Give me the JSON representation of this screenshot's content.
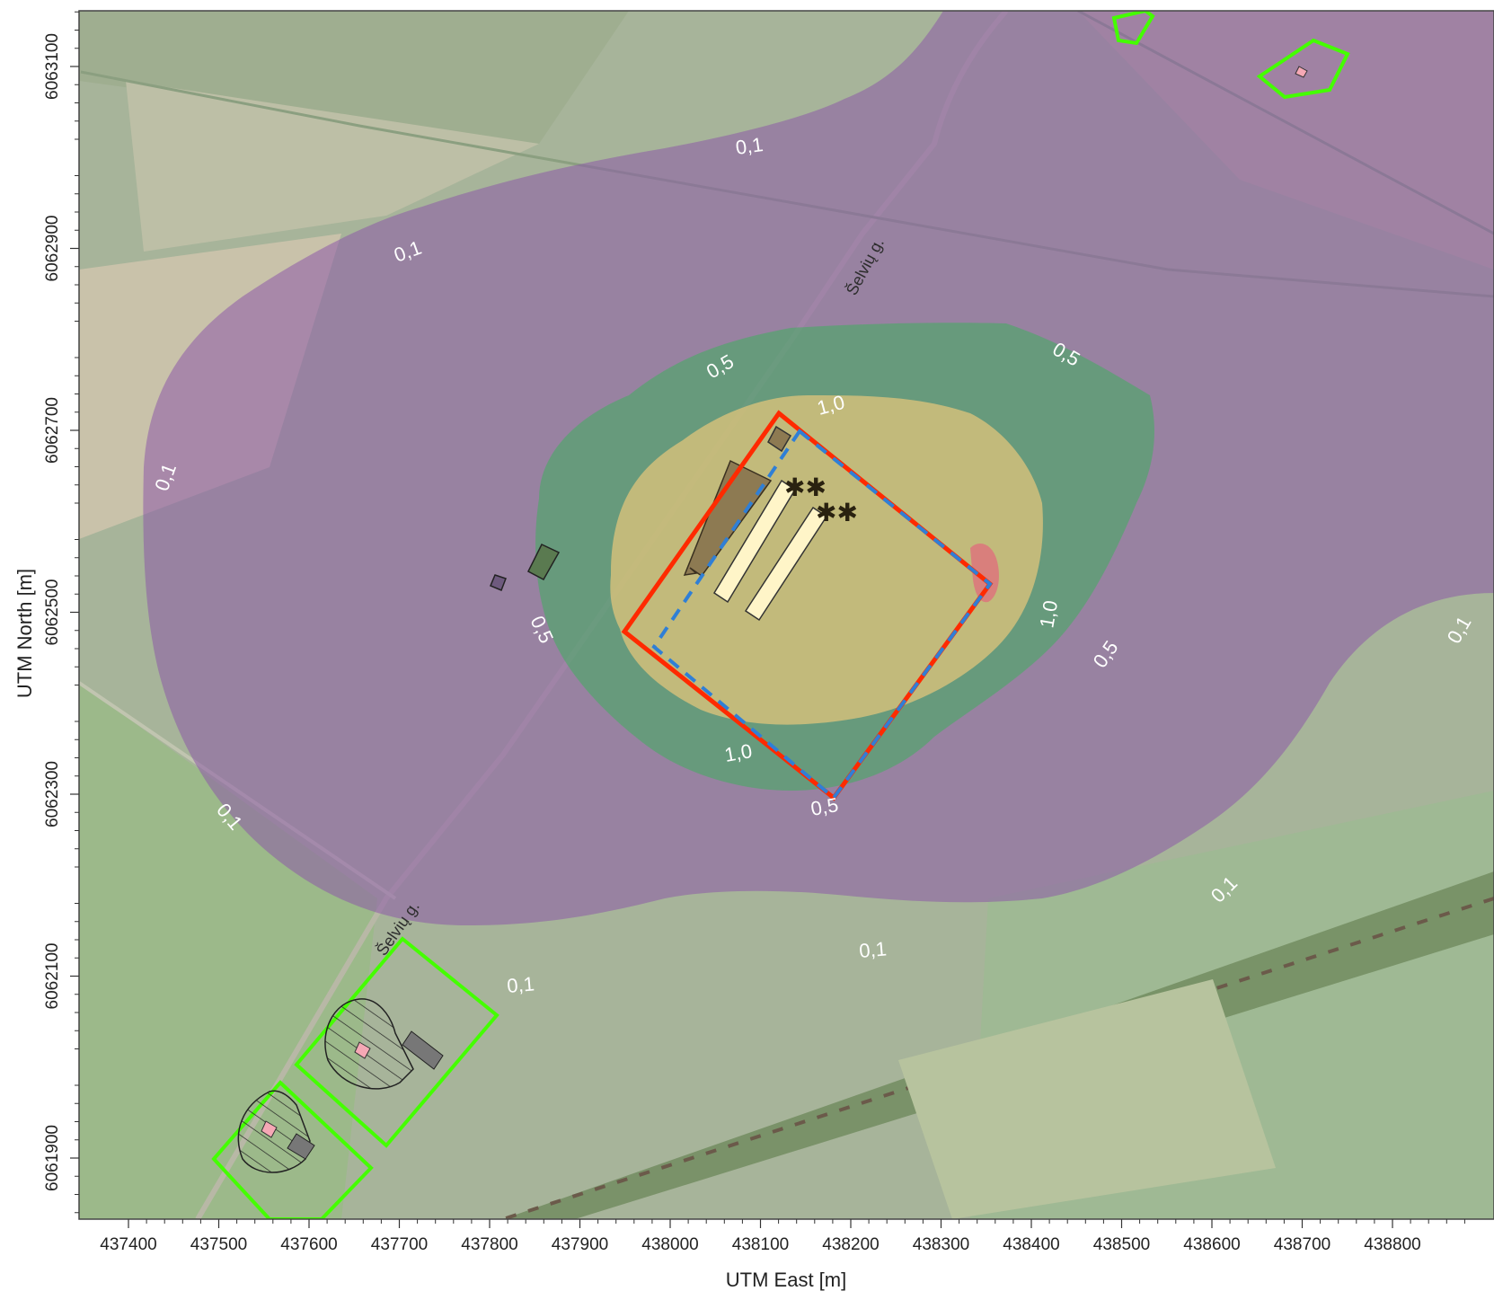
{
  "axes": {
    "x_title": "UTM East [m]",
    "y_title": "UTM North [m]",
    "x_ticks": [
      "437400",
      "437500",
      "437600",
      "437700",
      "437800",
      "437900",
      "438000",
      "438100",
      "438200",
      "438300",
      "438400",
      "438500",
      "438600",
      "438700",
      "438800"
    ],
    "y_ticks": [
      "6063100",
      "6062900",
      "6062700",
      "6062500",
      "6062300",
      "6062100",
      "6061900"
    ]
  },
  "contours": {
    "levels": [
      "0,1",
      "0,5",
      "1,0"
    ],
    "colors": {
      "0,1": "#8c5aa8",
      "0,5": "#3fae5e",
      "1,0": "#e9c77a"
    },
    "labels": [
      {
        "text": "0,1",
        "level": "0,1"
      },
      {
        "text": "0,1",
        "level": "0,1"
      },
      {
        "text": "0,1",
        "level": "0,1"
      },
      {
        "text": "0,1",
        "level": "0,1"
      },
      {
        "text": "0,1",
        "level": "0,1"
      },
      {
        "text": "0,1",
        "level": "0,1"
      },
      {
        "text": "0,1",
        "level": "0,1"
      },
      {
        "text": "0,1",
        "level": "0,1"
      },
      {
        "text": "0,5",
        "level": "0,5"
      },
      {
        "text": "0,5",
        "level": "0,5"
      },
      {
        "text": "0,5",
        "level": "0,5"
      },
      {
        "text": "0,5",
        "level": "0,5"
      },
      {
        "text": "0,5",
        "level": "0,5"
      },
      {
        "text": "1,0",
        "level": "1,0"
      },
      {
        "text": "1,0",
        "level": "1,0"
      },
      {
        "text": "1,0",
        "level": "1,0"
      }
    ]
  },
  "road_labels": [
    "Šelvių g.",
    "Šelvių g."
  ],
  "colors": {
    "site_boundary": "#ff2a00",
    "inner_boundary": "#2f7fd6",
    "receptor_zone": "#44ff00",
    "hotspot": "#e06b7c"
  }
}
